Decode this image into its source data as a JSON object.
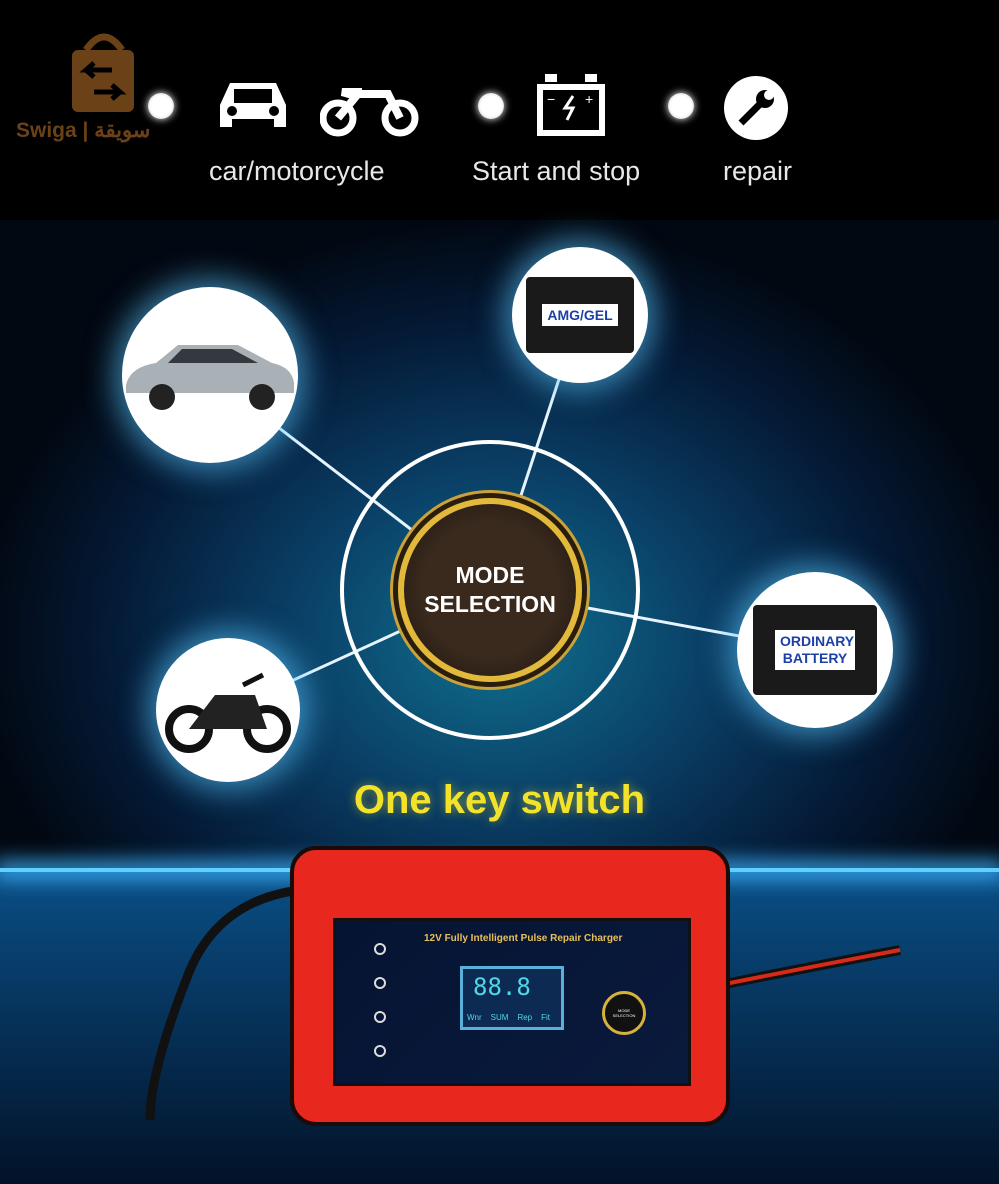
{
  "logo": {
    "text": "Swiga | سويقة",
    "color": "#6b4217"
  },
  "top_features": [
    {
      "label": "car/motorcycle",
      "icons": [
        "car-icon",
        "motorcycle-icon"
      ]
    },
    {
      "label": "Start and stop",
      "icons": [
        "battery-icon"
      ]
    },
    {
      "label": "repair",
      "icons": [
        "wrench-icon"
      ]
    }
  ],
  "center": {
    "title_line1": "MODE",
    "title_line2": "SELECTION"
  },
  "modes": {
    "amg": "AMG/GEL",
    "ordinary": "ORDINARY BATTERY",
    "car": "car",
    "motorcycle": "motorcycle"
  },
  "headline": "One key switch",
  "headline_color": "#f2e22a",
  "charger": {
    "title": "12V Fully Intelligent Pulse Repair Charger",
    "display": "88.8",
    "lcd_labels": [
      "Wnr",
      "SUM",
      "Rep",
      "Fit"
    ],
    "button_label": "MODE SELECTION",
    "body_color": "#e8281e"
  }
}
